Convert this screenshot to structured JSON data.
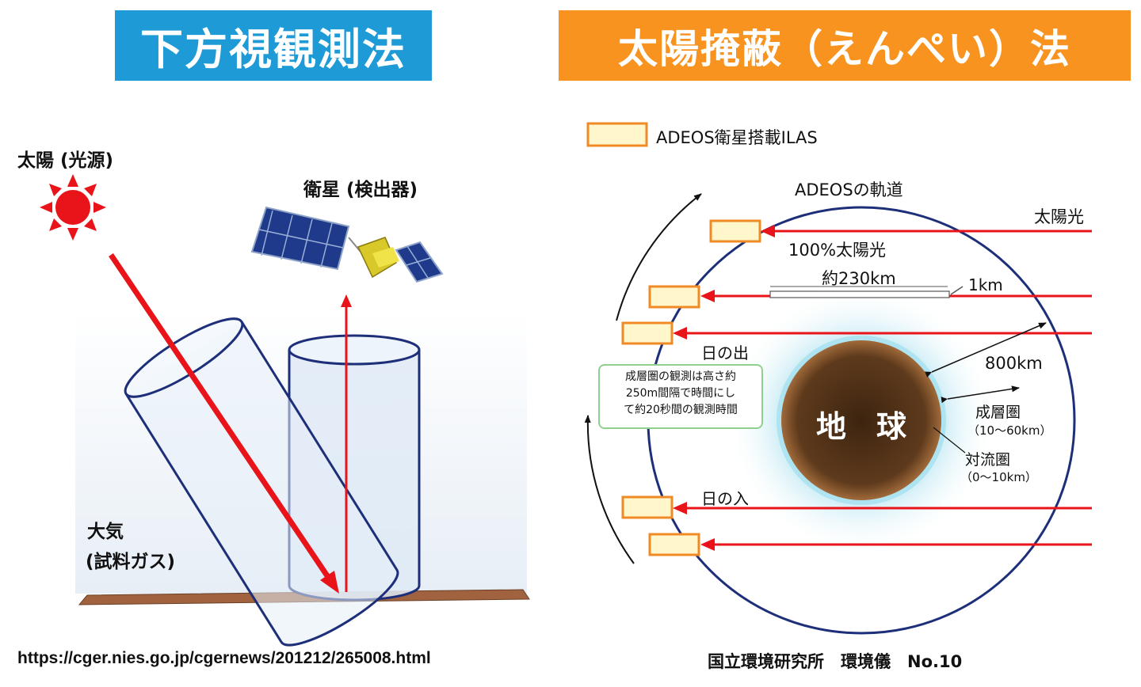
{
  "banners": {
    "left": "下方視観測法",
    "right": "太陽掩蔽（えんぺい）法"
  },
  "left_diagram": {
    "sun_label": "太陽 (光源)",
    "satellite_label": "衛星 (検出器)",
    "atmosphere_label_1": "大気",
    "atmosphere_label_2": "(試料ガス)"
  },
  "right_diagram": {
    "legend_label": "ADEOS衛星搭載ILAS",
    "orbit_label": "ADEOSの軌道",
    "sunlight_label": "太陽光",
    "full_sunlight_label": "100%太陽光",
    "distance_230": "約230km",
    "distance_1": "1km",
    "sunrise_label": "日の出",
    "sunset_label": "日の入",
    "altitude_800": "800km",
    "earth_label": "地　球",
    "stratosphere_label": "成層圏",
    "stratosphere_range": "（10〜60km）",
    "troposphere_label": "対流圏",
    "troposphere_range": "（0〜10km）",
    "note_lines": [
      "成層圏の観測は高さ約",
      "250m間隔で時間にし",
      "て約20秒間の観測時間"
    ]
  },
  "footer": {
    "source_url": "https://cger.nies.go.jp/cgernews/201212/265008.html",
    "credit": "国立環境研究所　環境儀　No.10"
  },
  "colors": {
    "left_banner": "#1e9ad6",
    "right_banner": "#f7931e",
    "ray_red": "#e8141a",
    "orbit_blue": "#1e2f7a",
    "earth_brown": "#5a3518"
  }
}
